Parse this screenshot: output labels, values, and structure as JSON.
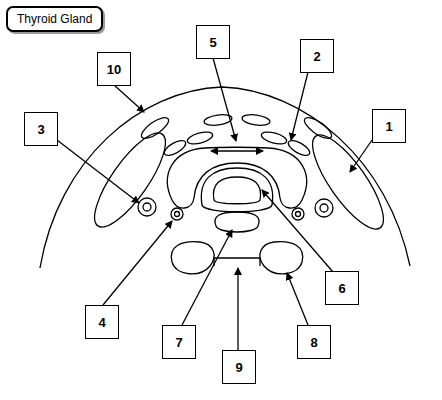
{
  "diagram": {
    "nodes": [
      {
        "text": [
          "Thyroid Gland"
        ]
      },
      {
        "text": [
          "5"
        ]
      },
      {
        "text": [
          "2"
        ]
      },
      {
        "text": [
          "10"
        ]
      },
      {
        "text": [
          "3"
        ]
      },
      {
        "text": [
          "1"
        ]
      },
      {
        "text": [
          "6"
        ]
      },
      {
        "text": [
          "4"
        ]
      },
      {
        "text": [
          "7"
        ]
      },
      {
        "text": [
          "8"
        ]
      },
      {
        "text": [
          "9"
        ]
      }
    ]
  }
}
